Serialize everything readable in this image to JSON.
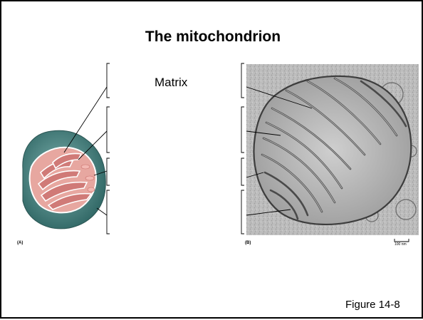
{
  "slide": {
    "title": "The mitochondrion",
    "matrix_label": "Matrix",
    "figure_ref": "Figure 14-8"
  },
  "panels": {
    "left_label": "(A)",
    "right_label": "(B)",
    "scale_bar_label": "100 nm"
  },
  "colors": {
    "outer_membrane": "#4e8a88",
    "inner_surface": "#d98a86",
    "cristae": "#f1b8b1",
    "micrograph_bg": "#bdbdbd",
    "micrograph_dark": "#555555"
  }
}
